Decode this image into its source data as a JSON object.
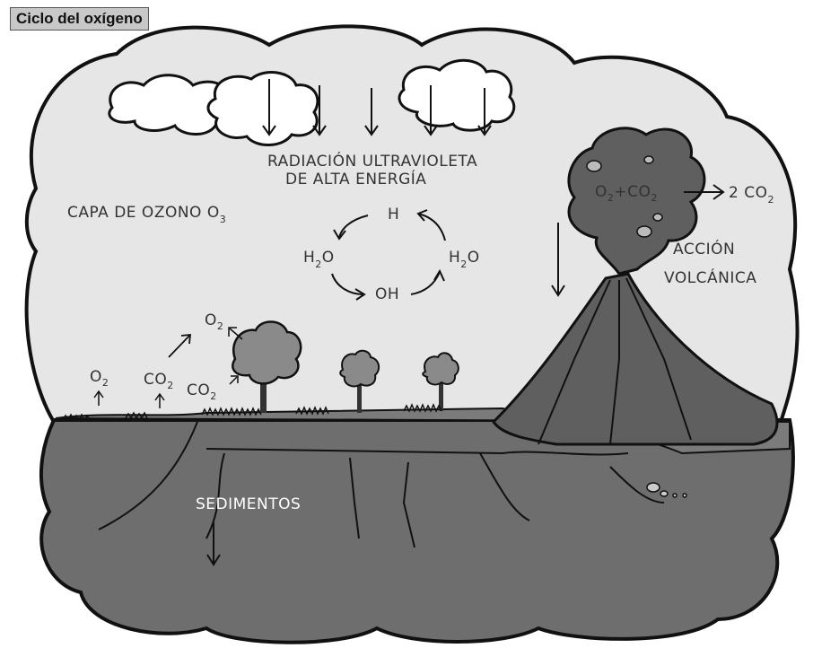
{
  "title": "Ciclo del oxígeno",
  "labels": {
    "radiation_line1": "RADIACIÓN ULTRAVIOLETA",
    "radiation_line2": "DE  ALTA  ENERGÍA",
    "ozone_layer": "CAPA DE OZONO  O",
    "ozone_sub": "3",
    "volcanic_line1": "ACCIÓN",
    "volcanic_line2": "VOLCÁNICA",
    "sediments": "SEDIMENTOS",
    "cycle_h": "H",
    "cycle_oh": "OH",
    "h2o_left": "H",
    "h2o_left_sub": "2",
    "h2o_left_o": "O",
    "h2o_right": "H",
    "h2o_right_sub": "2",
    "h2o_right_o": "O",
    "volcano_gas": "O",
    "volcano_gas_sub": "2",
    "volcano_gas_mid": "+CO",
    "volcano_gas_sub2": "2",
    "two_co2": "2 CO",
    "two_co2_sub": "2",
    "o2_tree": "O",
    "o2_tree_sub": "2",
    "o2_left": "O",
    "o2_left_sub": "2",
    "co2_up": "CO",
    "co2_up_sub": "2",
    "co2_tree": "CO",
    "co2_tree_sub": "2"
  },
  "colors": {
    "sky": "#e6e6e6",
    "ground_dark": "#6e6e6e",
    "ground_mid": "#7b7b7b",
    "volcano": "#5f5f5f",
    "tree": "#8a8a8a",
    "outline": "#111111",
    "text": "#333333"
  }
}
